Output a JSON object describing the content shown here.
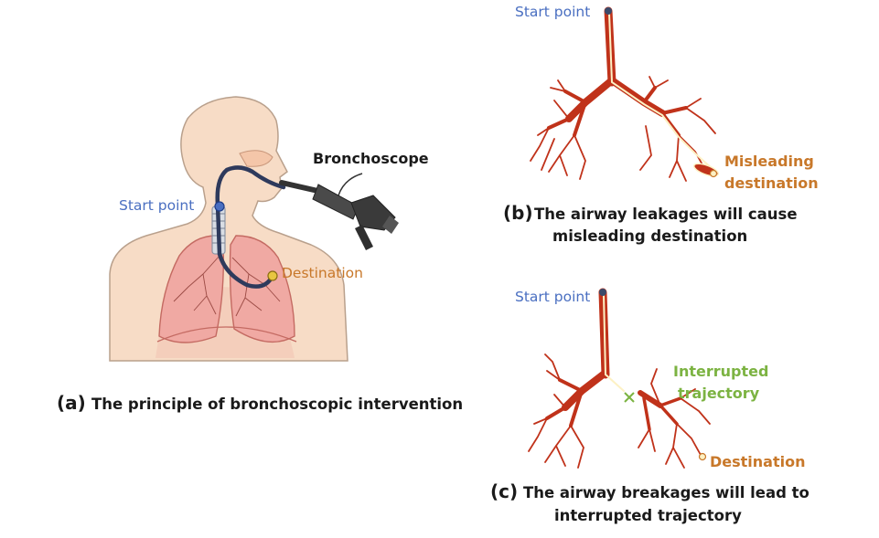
{
  "panel_a": {
    "letter": "(a)",
    "caption": "The principle of bronchoscopic intervention",
    "label_bronchoscope": "Bronchoscope",
    "label_start": "Start point",
    "label_destination": "Destination"
  },
  "panel_b": {
    "letter": "(b)",
    "caption_line1": "The airway leakages will cause",
    "caption_line2": "misleading destination",
    "label_start": "Start point",
    "label_misleading_line1": "Misleading",
    "label_misleading_line2": "destination"
  },
  "panel_c": {
    "letter": "(c)",
    "caption_line1": "The airway breakages will lead to",
    "caption_line2": "interrupted trajectory",
    "label_start": "Start point",
    "label_interrupted_line1": "Interrupted",
    "label_interrupted_line2": "trajectory",
    "label_destination": "Destination"
  },
  "colors": {
    "start_label": "#4a6fc1",
    "destination_label": "#c8782a",
    "interrupted_label": "#7cb342",
    "airway": "#c0321a",
    "skin": "#f7dcc6"
  }
}
